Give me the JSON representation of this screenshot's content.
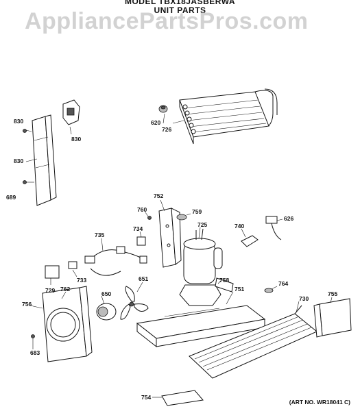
{
  "title": {
    "model_line": "MODEL TBX18JASBERWA",
    "section_line": "UNIT PARTS"
  },
  "watermark": "AppliancePartsPros.com",
  "callouts": [
    {
      "id": "830",
      "label": "830"
    },
    {
      "id": "830b",
      "label": "830"
    },
    {
      "id": "830c",
      "label": "830"
    },
    {
      "id": "689",
      "label": "689"
    },
    {
      "id": "620",
      "label": "620"
    },
    {
      "id": "726",
      "label": "726"
    },
    {
      "id": "752",
      "label": "752"
    },
    {
      "id": "760",
      "label": "760"
    },
    {
      "id": "759",
      "label": "759"
    },
    {
      "id": "725",
      "label": "725"
    },
    {
      "id": "740",
      "label": "740"
    },
    {
      "id": "626",
      "label": "626"
    },
    {
      "id": "734",
      "label": "734"
    },
    {
      "id": "735",
      "label": "735"
    },
    {
      "id": "733",
      "label": "733"
    },
    {
      "id": "729",
      "label": "729"
    },
    {
      "id": "651",
      "label": "651"
    },
    {
      "id": "758",
      "label": "758"
    },
    {
      "id": "764",
      "label": "764"
    },
    {
      "id": "650",
      "label": "650"
    },
    {
      "id": "762",
      "label": "762"
    },
    {
      "id": "756",
      "label": "756"
    },
    {
      "id": "751",
      "label": "751"
    },
    {
      "id": "730",
      "label": "730"
    },
    {
      "id": "755",
      "label": "755"
    },
    {
      "id": "683",
      "label": "683"
    },
    {
      "id": "754",
      "label": "754"
    }
  ],
  "art_number": "(ART NO. WR18041 C)"
}
